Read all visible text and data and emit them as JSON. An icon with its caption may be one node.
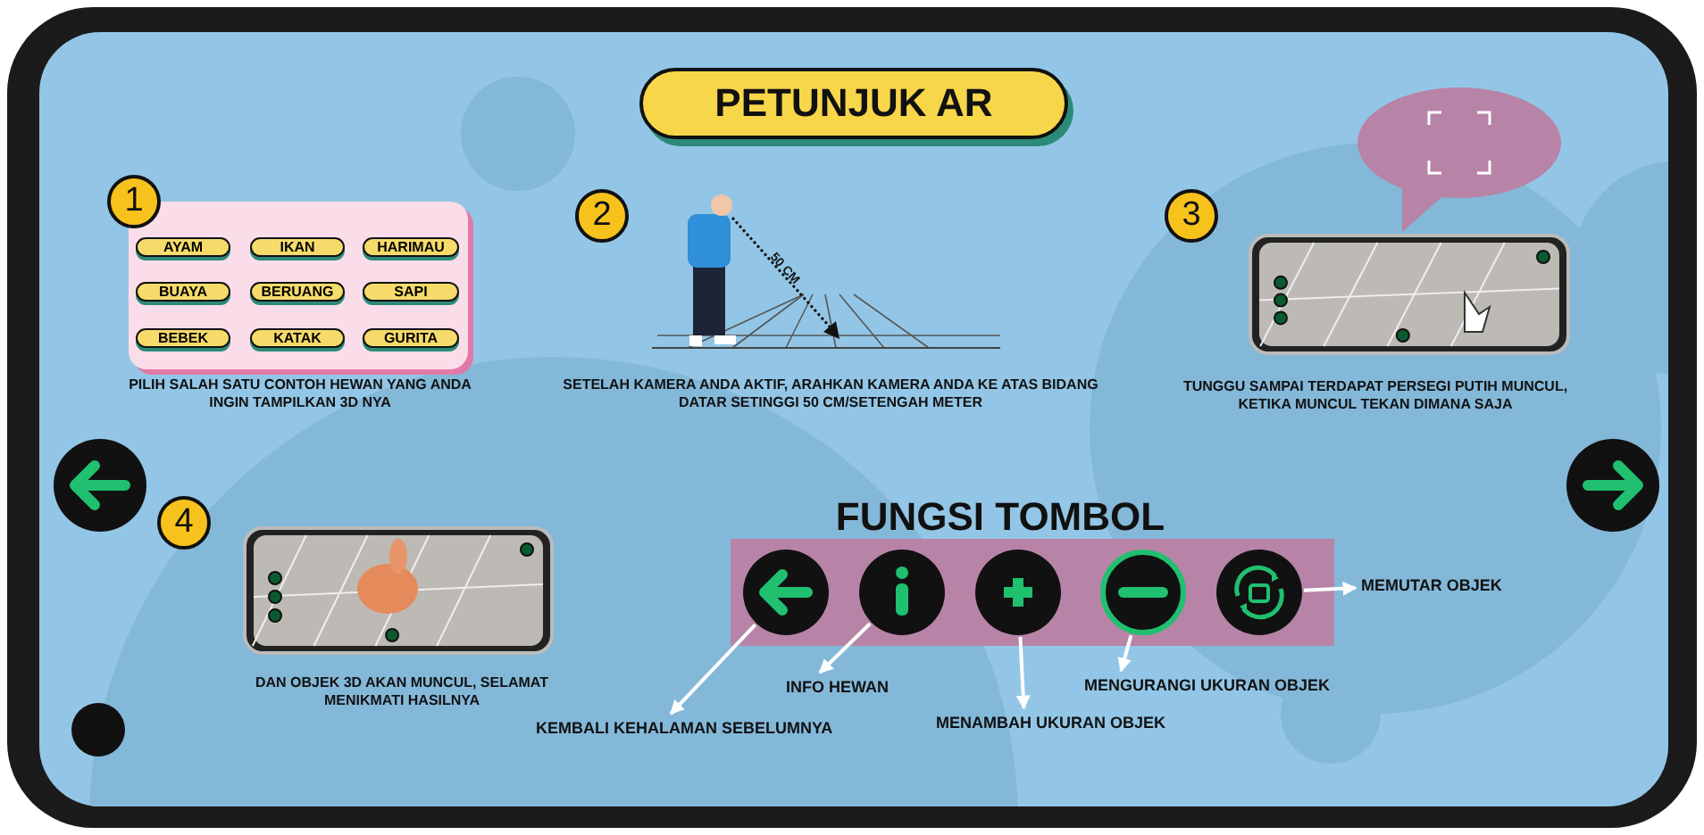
{
  "diagram": {
    "title": "PETUNJUK AR",
    "nodes": [
      {
        "text": [],
        "shape": "box"
      },
      {
        "text": [
          "AYAM"
        ],
        "in": 0
      },
      {
        "text": [
          "IKAN"
        ],
        "in": 0
      },
      {
        "text": [
          "HARIMAU"
        ],
        "in": 0
      },
      {
        "text": [
          "BUAYA"
        ],
        "in": 0
      },
      {
        "text": [
          "BERUANG"
        ],
        "in": 0
      },
      {
        "text": [
          "SAPI"
        ],
        "in": 0
      },
      {
        "text": [
          "BEBEK"
        ],
        "in": 0
      },
      {
        "text": [
          "KATAK"
        ],
        "in": 0
      },
      {
        "text": [
          "GURITA"
        ],
        "in": 0
      },
      {
        "text": [],
        "shape": "box"
      },
      {
        "text": [],
        "shape": "circle",
        "in": 10
      },
      {
        "text": [],
        "shape": "circle",
        "in": 10
      },
      {
        "text": [],
        "shape": "circle",
        "in": 10
      },
      {
        "text": [],
        "shape": "circle",
        "in": 10
      },
      {
        "text": [],
        "shape": "circle",
        "in": 10
      },
      {
        "text": [
          "KEMBALI KEHALAMAN SEBELUMNYA"
        ]
      },
      {
        "text": [
          "INFO HEWAN"
        ]
      },
      {
        "text": [
          "MENAMBAH UKURAN OBJEK"
        ]
      },
      {
        "text": [
          "MENGURANGI UKURAN OBJEK"
        ]
      },
      {
        "text": [
          "MEMUTAR OBJEK"
        ]
      }
    ],
    "edges": [
      {
        "from": 11,
        "to": 16,
        "arrow": "to"
      },
      {
        "from": 12,
        "to": 17,
        "arrow": "to"
      },
      {
        "from": 13,
        "to": 18,
        "arrow": "to"
      },
      {
        "from": 14,
        "to": 19,
        "arrow": "to"
      },
      {
        "from": 15,
        "to": 20,
        "arrow": "to"
      }
    ],
    "labels": [
      "1",
      "PILIH SALAH SATU CONTOH HEWAN YANG ANDA INGIN TAMPILKAN 3D NYA",
      "2",
      "50 CM",
      "SETELAH KAMERA ANDA AKTIF, ARAHKAN KAMERA ANDA KE ATAS BIDANG DATAR SETINGGI 50 CM/SETENGAH METER",
      "3",
      "TUNGGU SAMPAI TERDAPAT PERSEGI PUTIH MUNCUL, KETIKA MUNCUL TEKAN DIMANA SAJA",
      "4",
      "DAN OBJEK 3D AKAN MUNCUL, SELAMAT MENIKMATI HASILNYA",
      "FUNGSI TOMBOL"
    ]
  }
}
